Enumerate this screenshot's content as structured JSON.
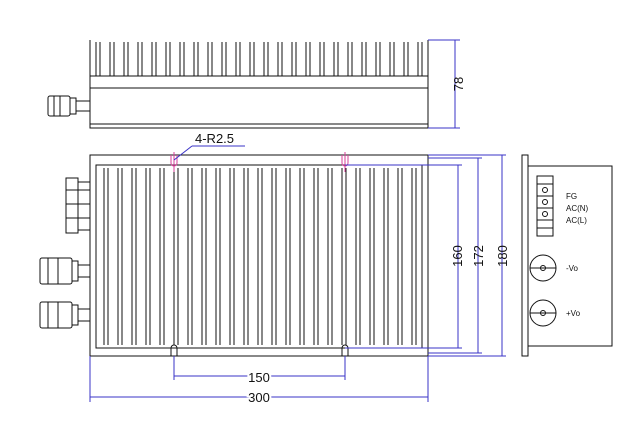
{
  "drawing": {
    "type": "mechanical outline drawing",
    "colors": {
      "outline": "#111111",
      "dimension_lines": "#3a33c7",
      "mounting_holes": "#d9409a"
    },
    "top_view": {
      "height_dim": "78"
    },
    "front_view": {
      "hole_callout": "4-R2.5",
      "dims": {
        "width_total": "300",
        "hole_spacing_horizontal": "150",
        "inner_height": "160",
        "mid_height": "172",
        "outer_height": "180"
      }
    },
    "side_view": {
      "terminal_labels": [
        "FG",
        "AC(N)",
        "AC(L)"
      ],
      "output_labels": [
        "-Vo",
        "+Vo"
      ]
    }
  }
}
